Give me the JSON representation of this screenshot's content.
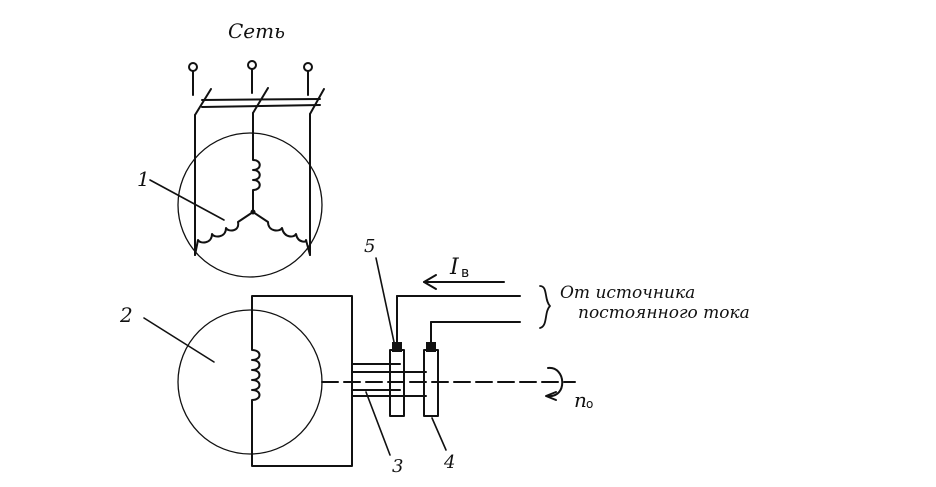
{
  "labels": {
    "network": "Сеть",
    "current": "I",
    "current_sub": "в",
    "source_line1": "От источника",
    "source_line2": "постоянного тока",
    "speed": "n",
    "speed_sub": "o"
  },
  "callouts": {
    "n1": "1",
    "n2": "2",
    "n3": "3",
    "n4": "4",
    "n5": "5"
  }
}
